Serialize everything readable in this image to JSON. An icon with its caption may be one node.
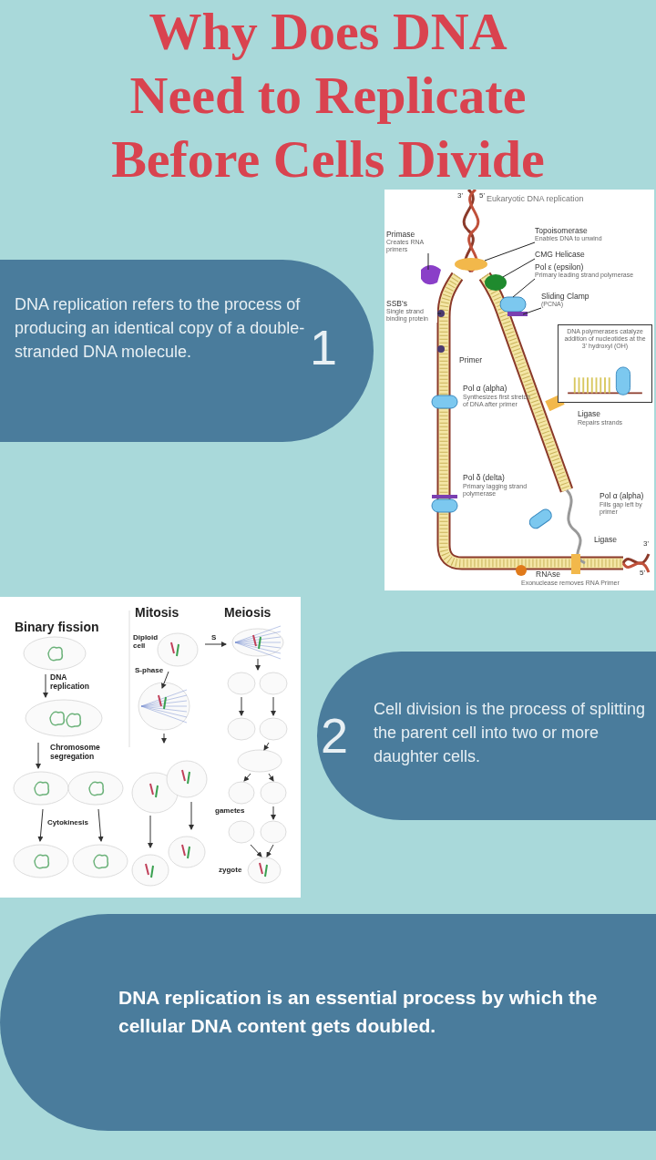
{
  "diagram": {
    "title": "Why Does DNA Need to Replicate Before Cells Divide",
    "nodes": [
      {
        "text": [
          "DNA replication refers to the process of producing an identical copy of a double-stranded DNA molecule.",
          "1"
        ]
      },
      {
        "text": [
          "Eukaryotic DNA replication"
        ]
      },
      {
        "text": [
          "Topoisomerase",
          "Enables DNA to unwind"
        ],
        "in": 1
      },
      {
        "text": [
          "Primase",
          "Creates RNA primers"
        ],
        "in": 1
      },
      {
        "text": [
          "CMG Helicase"
        ],
        "in": 1
      },
      {
        "text": [
          "Pol ε (epsilon)",
          "Primary leading strand polymerase"
        ],
        "in": 1
      },
      {
        "text": [
          "Sliding Clamp",
          "(PCNA)"
        ],
        "in": 1
      },
      {
        "text": [
          "SSB's",
          "Single strand binding protein"
        ],
        "in": 1
      },
      {
        "text": [
          "DNA polymerases catalyze addition of nucleotides at the 3' hydroxyl (OH)"
        ],
        "in": 1
      },
      {
        "text": [],
        "shape": "picture"
      },
      {
        "text": [
          "2",
          "Cell division is the process of splitting the parent cell into two or more daughter cells."
        ]
      },
      {
        "text": [
          "DNA replication is an essential process by which the cellular DNA content gets doubled."
        ]
      }
    ],
    "edges": [
      {
        "from": 2,
        "to": null,
        "arrow": "none"
      },
      {
        "from": 3,
        "to": null,
        "arrow": "none"
      },
      {
        "from": 4,
        "to": null,
        "arrow": "none"
      },
      {
        "from": 5,
        "to": null,
        "arrow": "none"
      },
      {
        "from": 6,
        "to": null,
        "arrow": "none"
      },
      {
        "from": 7,
        "to": null,
        "arrow": "none"
      }
    ],
    "labels": [
      "3'",
      "5'",
      "Primer",
      "Pol α (alpha)",
      "Synthesizes first stretch of DNA after primer",
      "Ligase",
      "Repairs strands",
      "Pol δ (delta)",
      "Primary lagging strand polymerase",
      "Pol α (alpha)",
      "Fills gap left by primer",
      "Ligase",
      "RNAse",
      "Exonuclease removes RNA Primer",
      "3'",
      "5'",
      "Binary fission",
      "Mitosis",
      "Meiosis",
      "Diploid cell",
      "S",
      "S-phase",
      "DNA replication",
      "Chromosome segregation",
      "Cytokinesis",
      "gametes",
      "zygote"
    ]
  }
}
